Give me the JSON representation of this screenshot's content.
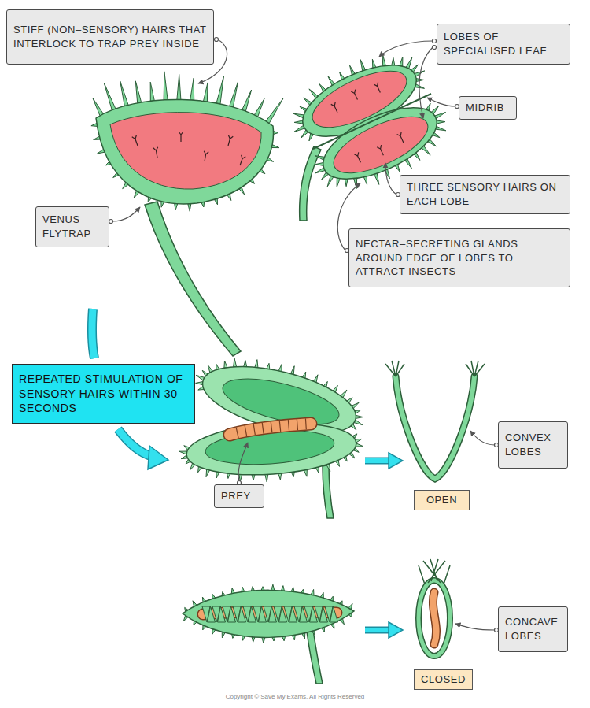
{
  "diagram": {
    "nodes": [
      {
        "text": [
          "STIFF (NON–SENSORY) HAIRS THAT INTERLOCK TO TRAP PREY INSIDE"
        ]
      },
      {
        "text": [
          "LOBES OF SPECIALISED LEAF"
        ]
      },
      {
        "text": [
          "MIDRIB"
        ]
      },
      {
        "text": [
          "THREE SENSORY HAIRS ON EACH LOBE"
        ]
      },
      {
        "text": [
          "VENUS FLYTRAP"
        ]
      },
      {
        "text": [
          "NECTAR–SECRETING GLANDS AROUND EDGE OF LOBES TO ATTRACT INSECTS"
        ]
      },
      {
        "text": [
          "REPEATED STIMULATION OF SENSORY HAIRS WITHIN 30 SECONDS"
        ]
      },
      {
        "text": [
          "CONVEX LOBES"
        ]
      },
      {
        "text": [
          "PREY"
        ]
      },
      {
        "text": [
          "OPEN"
        ]
      },
      {
        "text": [
          "CONCAVE LOBES"
        ]
      },
      {
        "text": [
          "CLOSED"
        ]
      }
    ],
    "labels": [
      "Copyright © Save My Exams. All Rights Reserved"
    ]
  }
}
